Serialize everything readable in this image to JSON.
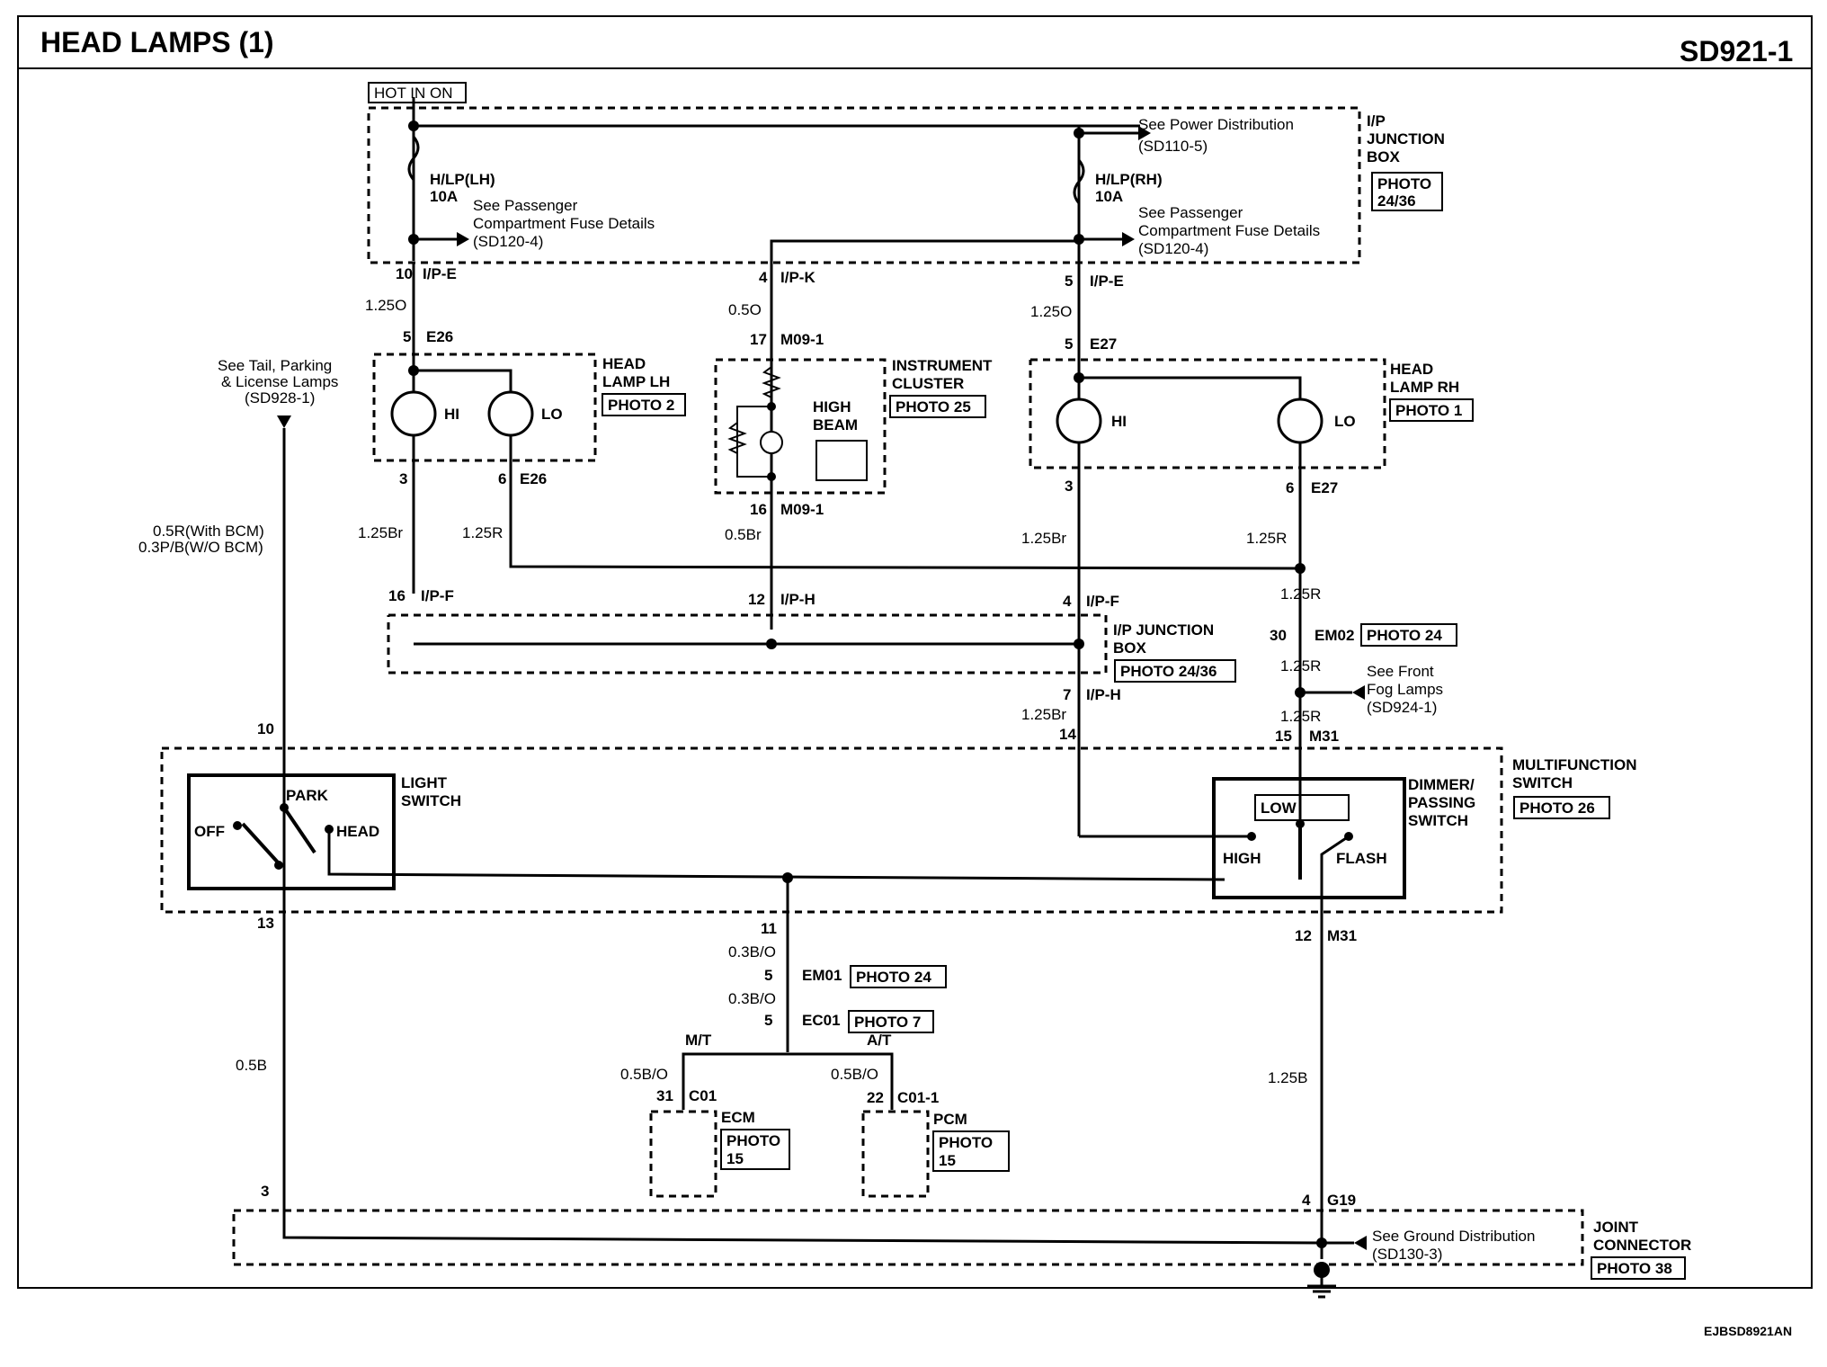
{
  "header": {
    "title": "HEAD LAMPS (1)",
    "code": "SD921-1"
  },
  "footer": {
    "code": "EJBSD8921AN"
  },
  "hot": "HOT IN ON",
  "fuses": {
    "lh": {
      "name": "H/LP(LH)",
      "amps": "10A"
    },
    "rh": {
      "name": "H/LP(RH)",
      "amps": "10A"
    }
  },
  "refs": {
    "power": [
      "See Power Distribution",
      "(SD110-5)"
    ],
    "fuse_lh": [
      "See Passenger",
      "Compartment Fuse Details",
      "(SD120-4)"
    ],
    "fuse_rh": [
      "See Passenger",
      "Compartment Fuse Details",
      "(SD120-4)"
    ],
    "tail": [
      "See  Tail, Parking",
      "& License Lamps",
      "(SD928-1)"
    ],
    "fog": [
      "See Front",
      "Fog Lamps",
      "(SD924-1)"
    ],
    "ground": [
      "See Ground Distribution",
      "(SD130-3)"
    ]
  },
  "components": {
    "ip_jbox_top": [
      "I/P",
      "JUNCTION",
      "BOX"
    ],
    "ip_jbox_top_photo": [
      "PHOTO",
      "24/36"
    ],
    "lamp_lh": [
      "HEAD",
      "LAMP LH"
    ],
    "lamp_lh_photo": "PHOTO 2",
    "lamp_rh": [
      "HEAD",
      "LAMP RH"
    ],
    "lamp_rh_photo": "PHOTO 1",
    "cluster": [
      "INSTRUMENT",
      "CLUSTER"
    ],
    "cluster_photo": "PHOTO 25",
    "high_beam": [
      "HIGH",
      "BEAM"
    ],
    "ip_jbox_mid": [
      "I/P JUNCTION",
      "BOX"
    ],
    "ip_jbox_mid_photo": "PHOTO 24/36",
    "light_switch": [
      "LIGHT",
      "SWITCH"
    ],
    "multifunction": [
      "MULTIFUNCTION",
      "SWITCH"
    ],
    "multifunction_photo": "PHOTO 26",
    "dimmer": [
      "DIMMER/",
      "PASSING",
      "SWITCH"
    ],
    "ecm": "ECM",
    "ecm_photo": [
      "PHOTO",
      "15"
    ],
    "pcm": "PCM",
    "pcm_photo": [
      "PHOTO",
      "15"
    ],
    "joint": [
      "JOINT",
      "CONNECTOR"
    ],
    "joint_photo": "PHOTO 38",
    "em02_photo": "PHOTO 24",
    "em01_photo": "PHOTO 24",
    "ec01_photo": "PHOTO 7"
  },
  "switch_labels": {
    "off": "OFF",
    "park": "PARK",
    "head": "HEAD",
    "low": "LOW",
    "high": "HIGH",
    "flash": "FLASH",
    "hi": "HI",
    "lo": "LO",
    "mt": "M/T",
    "at": "A/T"
  },
  "pins": {
    "p10_ipe": "10",
    "ipe_l": "I/P-E",
    "p4_ipk": "4",
    "ipk": "I/P-K",
    "p5_ipe": "5",
    "ipe_r": "I/P-E",
    "p5_e26": "5",
    "e26_top": "E26",
    "p17": "17",
    "m09_top": "M09-1",
    "p5_e27": "5",
    "e27_top": "E27",
    "p3_l": "3",
    "p6_l": "6",
    "e26_bot": "E26",
    "p16_m": "16",
    "m09_bot": "M09-1",
    "p3_r": "3",
    "p6_r": "6",
    "e27_bot": "E27",
    "p16_ipf": "16",
    "ipf_l": "I/P-F",
    "p12_iph": "12",
    "iph_m": "I/P-H",
    "p4_ipf": "4",
    "ipf_r": "I/P-F",
    "p30": "30",
    "em02": "EM02",
    "p7_iph": "7",
    "iph_r": "I/P-H",
    "p14": "14",
    "p15": "15",
    "m31_top": "M31",
    "p10_ls": "10",
    "p13": "13",
    "p11": "11",
    "p12_m31": "12",
    "m31_bot": "M31",
    "p5_em01": "5",
    "em01": "EM01",
    "p5_ec01": "5",
    "ec01": "EC01",
    "p31": "31",
    "c01": "C01",
    "p22": "22",
    "c011": "C01-1",
    "p3_j": "3",
    "p4_g19": "4",
    "g19": "G19"
  },
  "wires": {
    "w_125o_l": "1.25O",
    "w_05o": "0.5O",
    "w_125o_r": "1.25O",
    "w_125br_l": "1.25Br",
    "w_125r_l": "1.25R",
    "w_05br": "0.5Br",
    "w_125br_r": "1.25Br",
    "w_125r_r": "1.25R",
    "w_bcm1": "0.5R(With BCM)",
    "w_bcm2": "0.3P/B(W/O BCM)",
    "w_125r_em02a": "1.25R",
    "w_125r_em02b": "1.25R",
    "w_125br_7": "1.25Br",
    "w_125r_15": "1.25R",
    "w_03bo_a": "0.3B/O",
    "w_03bo_b": "0.3B/O",
    "w_05bo_l": "0.5B/O",
    "w_05bo_r": "0.5B/O",
    "w_05b": "0.5B",
    "w_125b": "1.25B"
  }
}
